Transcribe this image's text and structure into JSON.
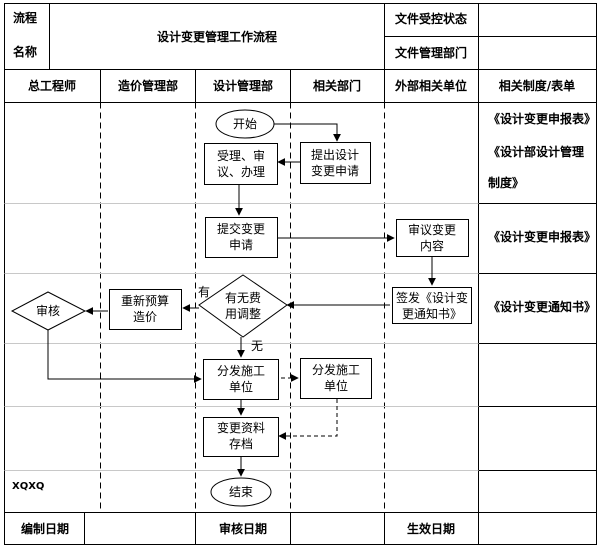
{
  "header": {
    "label_line1": "流程",
    "label_line2": "名称",
    "title": "设计变更管理工作流程",
    "status_label": "文件受控状态",
    "dept_label": "文件管理部门"
  },
  "lanes": [
    "总工程师",
    "造价管理部",
    "设计管理部",
    "相关部门",
    "外部相关单位",
    "相关制度/表单"
  ],
  "nodes": {
    "start": "开始",
    "accept_line1": "受理、审",
    "accept_line2": "议、办理",
    "propose_line1": "提出设计",
    "propose_line2": "变更申请",
    "submit_line1": "提交变更",
    "submit_line2": "申请",
    "review_ext_line1": "审议变更",
    "review_ext_line2": "内容",
    "decision_line1": "有无费",
    "decision_line2": "用调整",
    "sign_line1": "签发《设计变",
    "sign_line2": "更通知书》",
    "rebudget_line1": "重新预算",
    "rebudget_line2": "造价",
    "audit": "审核",
    "dist_design_line1": "分发施工",
    "dist_design_line2": "单位",
    "dist_related_line1": "分发施工",
    "dist_related_line2": "单位",
    "archive_line1": "变更资料",
    "archive_line2": "存档",
    "end": "结束"
  },
  "edge_labels": {
    "yes": "有",
    "no": "无"
  },
  "forms": {
    "row1_line1": "《设计变更申报表》",
    "row1_line2": "《设计部设计管理",
    "row1_line3": "制度》",
    "row2": "《设计变更申报表》",
    "row3": "《设计变更通知书》"
  },
  "side_note": "XQXQ",
  "footer": {
    "compiled": "编制日期",
    "reviewed": "审核日期",
    "effective": "生效日期"
  }
}
